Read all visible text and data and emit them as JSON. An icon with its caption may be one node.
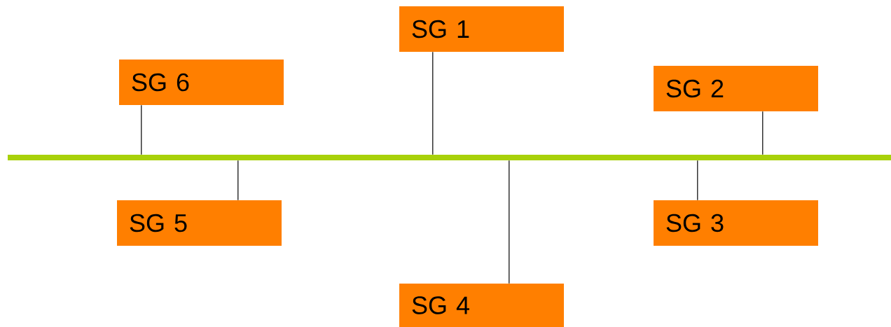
{
  "diagram": {
    "nodes": [
      {
        "text": [
          "SG 1"
        ]
      },
      {
        "text": [
          "SG 6"
        ]
      },
      {
        "text": [
          "SG 2"
        ]
      },
      {
        "text": [],
        "shape": "bar"
      },
      {
        "text": [
          "SG 5"
        ]
      },
      {
        "text": [
          "SG 3"
        ]
      },
      {
        "text": [
          "SG 4"
        ]
      }
    ],
    "edges": [
      {
        "from": 0,
        "to": 3,
        "arrow": "none"
      },
      {
        "from": 1,
        "to": 3,
        "arrow": "none"
      },
      {
        "from": 2,
        "to": 3,
        "arrow": "none"
      },
      {
        "from": 4,
        "to": 3,
        "arrow": "none"
      },
      {
        "from": 5,
        "to": 3,
        "arrow": "none"
      },
      {
        "from": 6,
        "to": 3,
        "arrow": "none"
      }
    ]
  }
}
